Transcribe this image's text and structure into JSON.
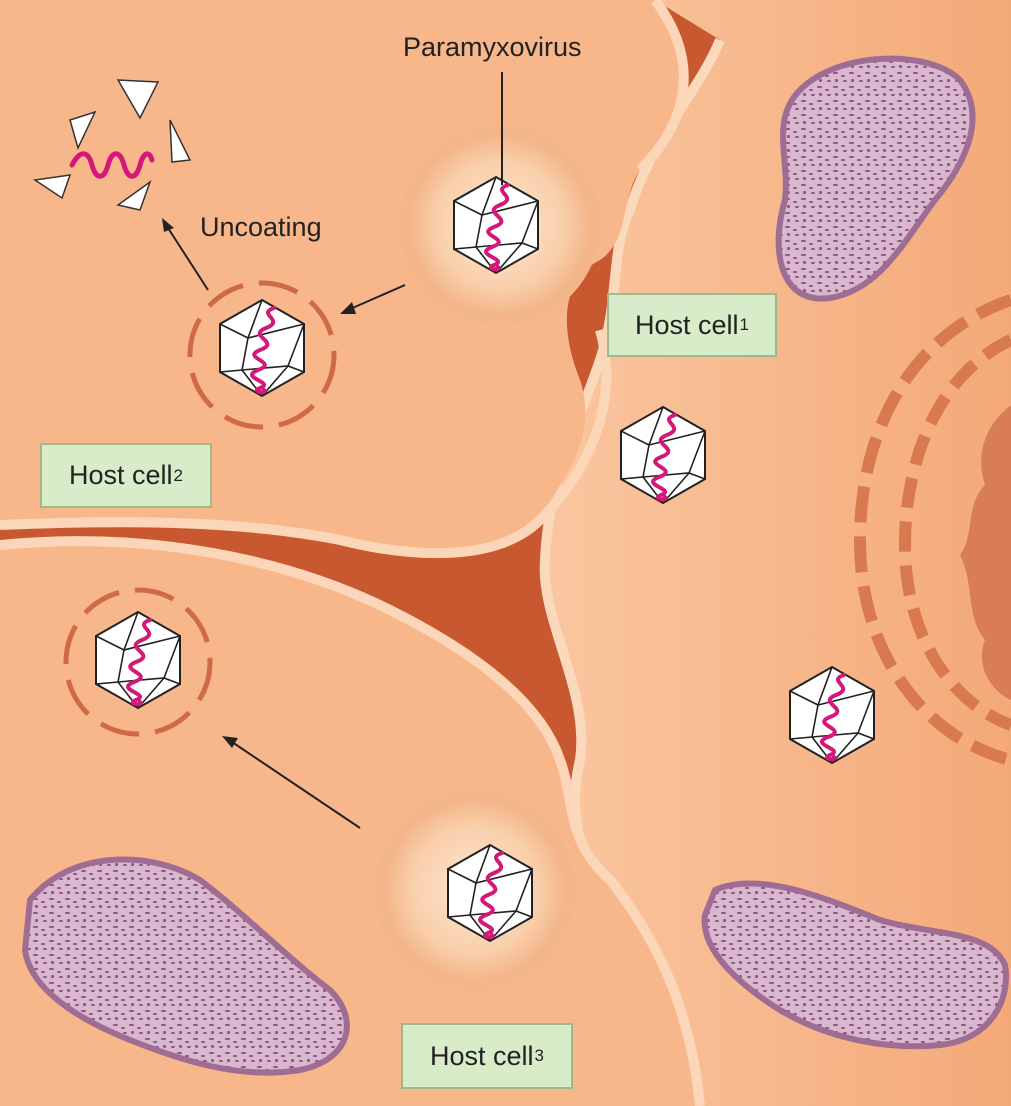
{
  "labels": {
    "virus": "Paramyxovirus",
    "uncoating": "Uncoating",
    "host1": {
      "text": "Host cell",
      "sub": "1"
    },
    "host2": {
      "text": "Host cell",
      "sub": "2"
    },
    "host3": {
      "text": "Host cell",
      "sub": "3"
    }
  },
  "colors": {
    "cytoplasm": "#f7b98a",
    "extracellular": "#c8582f",
    "membrane": "#f9cfaa",
    "mitochondrion": "#b27ea6",
    "rna": "#d4187a",
    "vesicle": "#cf6a45",
    "label_bg": "#d8ecc9"
  },
  "icons": {
    "virion": "virion-icon",
    "mitochondrion": "mitochondrion-icon",
    "capsid_fragment": "capsid-fragment-icon"
  }
}
